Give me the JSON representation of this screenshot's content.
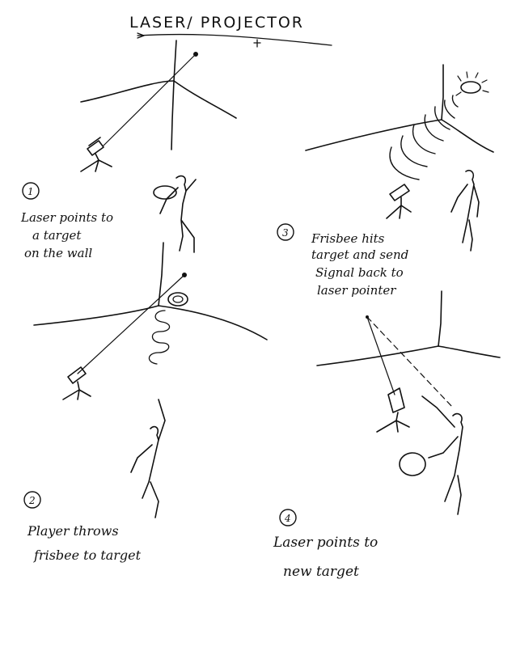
{
  "title": "LASER/ PROJECTOR",
  "panels": [
    {
      "number": "1",
      "lines": [
        "Laser points to",
        "a target",
        "on the wall"
      ]
    },
    {
      "number": "2",
      "lines": [
        "Player throws",
        "frisbee to target"
      ]
    },
    {
      "number": "3",
      "lines": [
        "Frisbee hits",
        "target and send",
        "Signal back to",
        "laser pointer"
      ]
    },
    {
      "number": "4",
      "lines": [
        "Laser points to",
        "new target"
      ]
    }
  ]
}
